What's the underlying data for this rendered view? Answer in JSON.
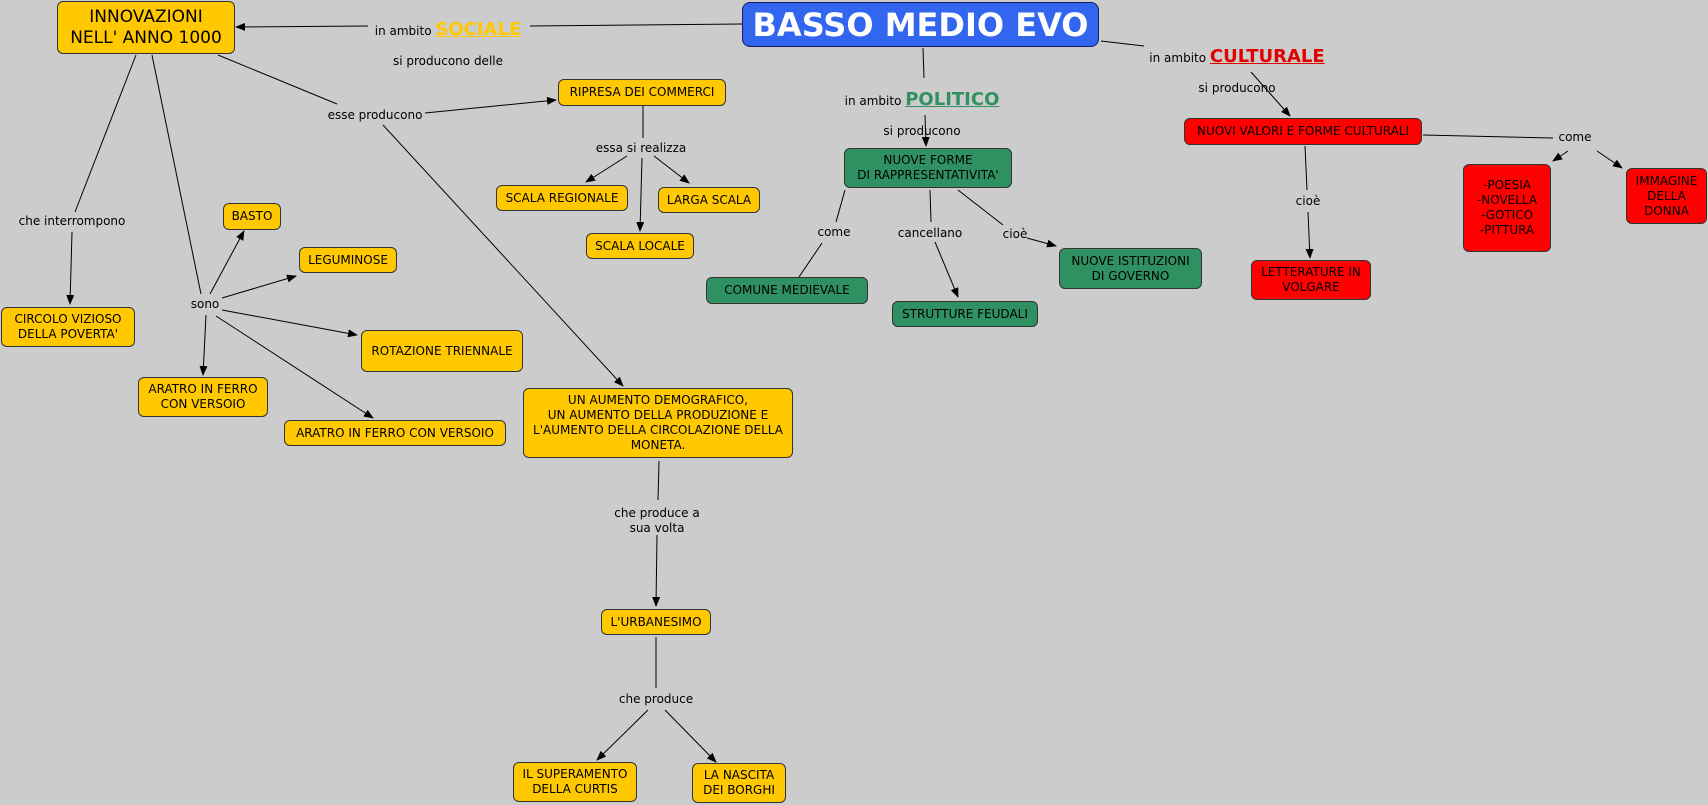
{
  "title": "BASSO MEDIO EVO",
  "nodes": {
    "innovazioni": "INNOVAZIONI\nNELL' ANNO 1000",
    "circolo": "CIRCOLO VIZIOSO\nDELLA POVERTA'",
    "basto": "BASTO",
    "leguminose": "LEGUMINOSE",
    "rotazione": "ROTAZIONE TRIENNALE",
    "aratro1": "ARATRO IN FERRO\nCON VERSOIO",
    "aratro2": "ARATRO IN FERRO CON VERSOIO",
    "ripresa": "RIPRESA DEI COMMERCI",
    "scala_regionale": "SCALA REGIONALE",
    "larga_scala": "LARGA SCALA",
    "scala_locale": "SCALA LOCALE",
    "aumento": "UN AUMENTO DEMOGRAFICO,\nUN AUMENTO DELLA PRODUZIONE E\nL'AUMENTO DELLA CIRCOLAZIONE DELLA\nMONETA.",
    "urbanesimo": "L'URBANESIMO",
    "superamento": "IL SUPERAMENTO\nDELLA CURTIS",
    "nascita": "LA NASCITA\nDEI BORGHI",
    "nuove_forme": "NUOVE FORME\nDI RAPPRESENTATIVITA'",
    "comune": "COMUNE MEDIEVALE",
    "strutture": "STRUTTURE FEUDALI",
    "istituzioni": "NUOVE ISTITUZIONI\nDI GOVERNO",
    "valori": "NUOVI VALORI E FORME CULTURALI",
    "poesia": "-POESIA\n-NOVELLA\n-GOTICO\n-PITTURA",
    "donna": "IMMAGINE\nDELLA\nDONNA",
    "letterature": "LETTERATURE IN\nVOLGARE"
  },
  "links": {
    "sociale_pre": "in ambito",
    "sociale_kw": "SOCIALE",
    "sociale_post": "si producono delle",
    "politico_pre": "in ambito",
    "politico_kw": "POLITICO",
    "politico_post": "si producono",
    "culturale_pre": "in ambito",
    "culturale_kw": "CULTURALE",
    "culturale_post": "si producono",
    "che_interrompono": "che interrompono",
    "sono": "sono",
    "esse_producono": "esse producono",
    "essa_si_realizza": "essa si realizza",
    "che_produce_sua_volta": "che produce a\nsua volta",
    "che_produce": "che produce",
    "come_pol": "come",
    "cancellano": "cancellano",
    "cioe_pol": "cioè",
    "come_cult": "come",
    "cioe_cult": "cioè"
  },
  "colors": {
    "background": "#cccccc",
    "sociale": "#ffc800",
    "politico": "#2f9061",
    "culturale": "#ff0000",
    "title": "#3366ee"
  }
}
